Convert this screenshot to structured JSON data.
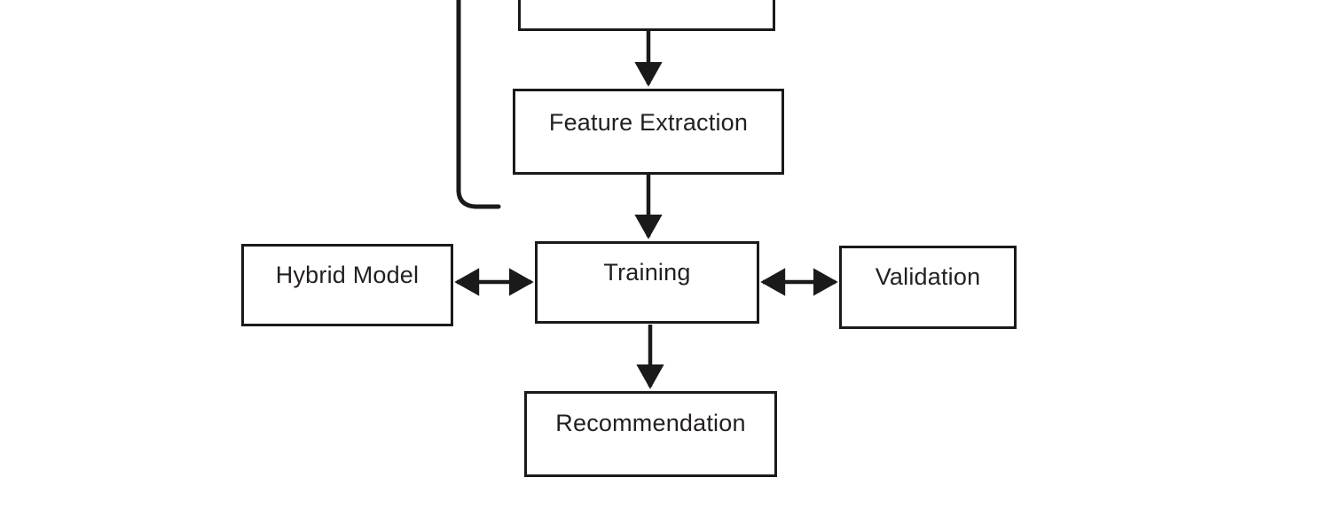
{
  "diagram": {
    "title": "Hybrid model training and recommendation flowchart",
    "background_color": "#ffffff",
    "stroke_color": "#1a1a1a",
    "text_color": "#231f20",
    "nodes": [
      {
        "id": "top-partial",
        "label": "",
        "shape": "rectangle",
        "note": "box cropped by top edge of image, no visible text"
      },
      {
        "id": "feature-extraction",
        "label": "Feature Extraction",
        "shape": "rectangle"
      },
      {
        "id": "hybrid-model",
        "label": "Hybrid Model",
        "shape": "rectangle"
      },
      {
        "id": "training",
        "label": "Training",
        "shape": "rectangle"
      },
      {
        "id": "validation",
        "label": "Validation",
        "shape": "rectangle"
      },
      {
        "id": "recommendation",
        "label": "Recommendation",
        "shape": "rectangle"
      }
    ],
    "edges": [
      {
        "id": "edge-top-to-feature-extraction",
        "from": "top-partial",
        "to": "feature-extraction",
        "arrow": "single",
        "direction": "down"
      },
      {
        "id": "edge-feature-extraction-to-training",
        "from": "feature-extraction",
        "to": "training",
        "arrow": "single",
        "direction": "down"
      },
      {
        "id": "edge-hybrid-model-training",
        "from": "hybrid-model",
        "to": "training",
        "arrow": "double",
        "direction": "horizontal"
      },
      {
        "id": "edge-training-validation",
        "from": "training",
        "to": "validation",
        "arrow": "double",
        "direction": "horizontal"
      },
      {
        "id": "edge-training-to-recommendation",
        "from": "training",
        "to": "recommendation",
        "arrow": "single",
        "direction": "down"
      },
      {
        "id": "edge-feedback-loop",
        "from": "top-partial",
        "to": "loop-return",
        "arrow": "none",
        "direction": "left-vertical-elbow",
        "note": "vertical line at left running from top of image down then curving right"
      }
    ]
  }
}
